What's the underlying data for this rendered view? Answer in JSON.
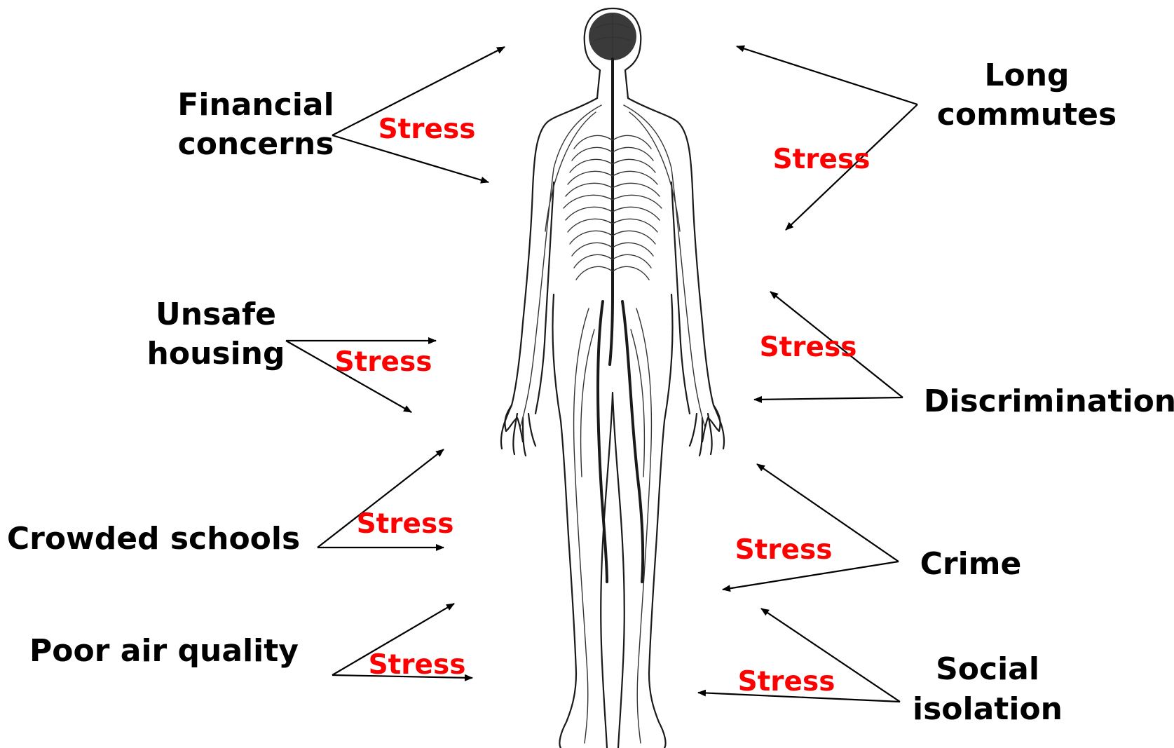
{
  "factors": {
    "financial": {
      "line1": "Financial",
      "line2": "concerns"
    },
    "unsafe_housing": {
      "line1": "Unsafe",
      "line2": "housing"
    },
    "crowded_schools": {
      "line1": "Crowded schools"
    },
    "air_quality": {
      "line1": "Poor air quality"
    },
    "long_commutes": {
      "line1": "Long",
      "line2": "commutes"
    },
    "discrimination": {
      "line1": "Discrimination"
    },
    "crime": {
      "line1": "Crime"
    },
    "social_isolation": {
      "line1": "Social",
      "line2": "isolation"
    }
  },
  "stress_label": "Stress",
  "colors": {
    "stress": "#ff0000",
    "text": "#000000",
    "figure": "#1a1a1a"
  }
}
